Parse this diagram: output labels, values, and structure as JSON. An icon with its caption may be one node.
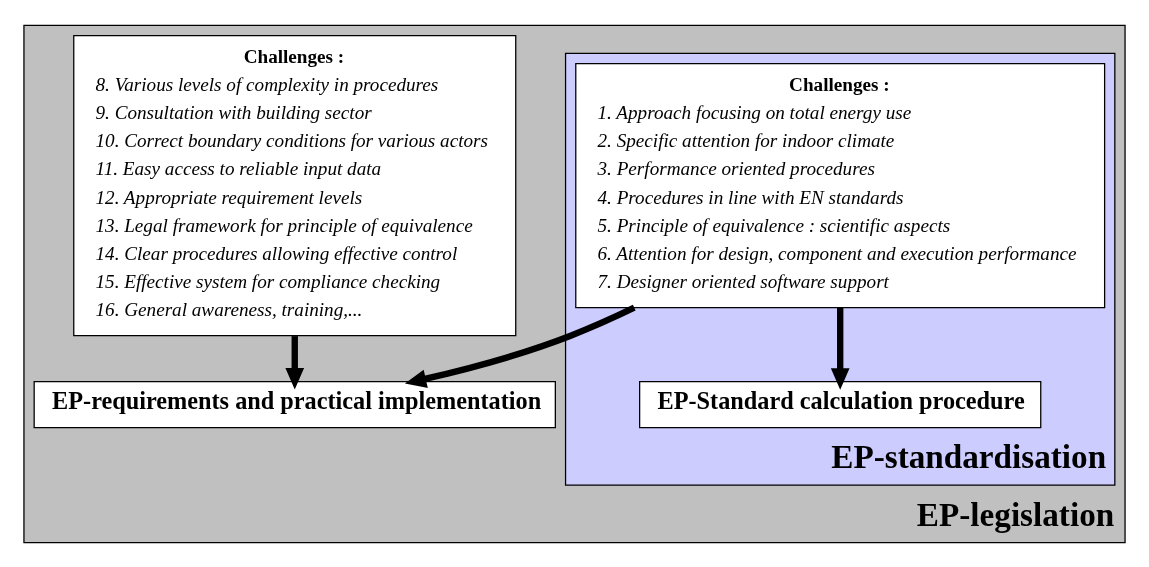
{
  "diagram": {
    "nodes": [
      {
        "text": [
          "EP-legislation"
        ]
      },
      {
        "text": [
          "EP-standardisation"
        ],
        "in": 0
      },
      {
        "text": [
          "Challenges :",
          "1. Approach focusing on total energy use",
          "2. Specific attention for indoor climate",
          "3. Performance oriented procedures",
          "4. Procedures in line with EN standards",
          "5. Principle of equivalence : scientific aspects",
          "6. Attention for design, component and execution performance",
          "7. Designer oriented software support"
        ],
        "in": 1
      },
      {
        "text": [
          "EP-Standard calculation procedure"
        ],
        "in": 1
      },
      {
        "text": [
          "Challenges :",
          "8. Various levels of complexity in procedures",
          "9. Consultation with building sector",
          "10. Correct boundary conditions for various actors",
          "11. Easy access to reliable input data",
          "12. Appropriate requirement levels",
          "13. Legal framework for principle of equivalence",
          "14. Clear procedures allowing effective control",
          "15. Effective system for compliance checking",
          "16. General awareness, training,..."
        ],
        "in": 0
      },
      {
        "text": [
          "EP-requirements and practical implementation"
        ],
        "in": 0
      }
    ],
    "edges": [
      {
        "from": 2,
        "to": 3,
        "arrow": "to"
      },
      {
        "from": 2,
        "to": 5,
        "arrow": "to"
      },
      {
        "from": 4,
        "to": 5,
        "arrow": "to"
      }
    ]
  }
}
